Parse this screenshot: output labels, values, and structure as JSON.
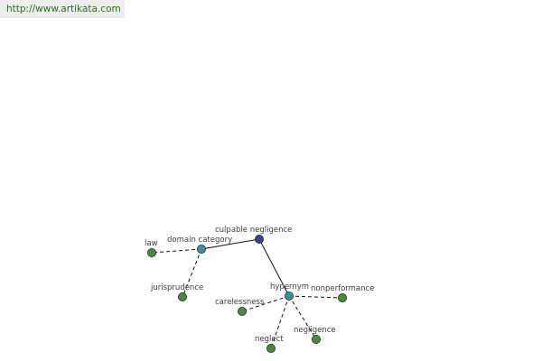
{
  "watermark": {
    "url_text": "http://www.artikata.com"
  },
  "graph": {
    "colors": {
      "root": "#3d3d8e",
      "relation": "#3f8f90",
      "leaf": "#4a8a3f",
      "edge": "#111111"
    },
    "nodes": [
      {
        "id": "culpable-negligence",
        "label": "culpable negligence",
        "kind": "root"
      },
      {
        "id": "domain-category",
        "label": "domain category",
        "kind": "relation"
      },
      {
        "id": "hypernym",
        "label": "hypernym",
        "kind": "relation"
      },
      {
        "id": "law",
        "label": "law",
        "kind": "leaf"
      },
      {
        "id": "jurisprudence",
        "label": "jurisprudence",
        "kind": "leaf"
      },
      {
        "id": "carelessness",
        "label": "carelessness",
        "kind": "leaf"
      },
      {
        "id": "nonperformance",
        "label": "nonperformance",
        "kind": "leaf"
      },
      {
        "id": "neglect",
        "label": "neglect",
        "kind": "leaf"
      },
      {
        "id": "negligence",
        "label": "negligence",
        "kind": "leaf"
      }
    ],
    "edges": [
      {
        "from": "culpable-negligence",
        "to": "domain-category",
        "style": "solid"
      },
      {
        "from": "culpable-negligence",
        "to": "hypernym",
        "style": "solid"
      },
      {
        "from": "domain-category",
        "to": "law",
        "style": "dashed"
      },
      {
        "from": "domain-category",
        "to": "jurisprudence",
        "style": "dashed"
      },
      {
        "from": "hypernym",
        "to": "carelessness",
        "style": "dashed"
      },
      {
        "from": "hypernym",
        "to": "nonperformance",
        "style": "dashed"
      },
      {
        "from": "hypernym",
        "to": "neglect",
        "style": "dashed"
      },
      {
        "from": "hypernym",
        "to": "negligence",
        "style": "dashed"
      }
    ]
  }
}
